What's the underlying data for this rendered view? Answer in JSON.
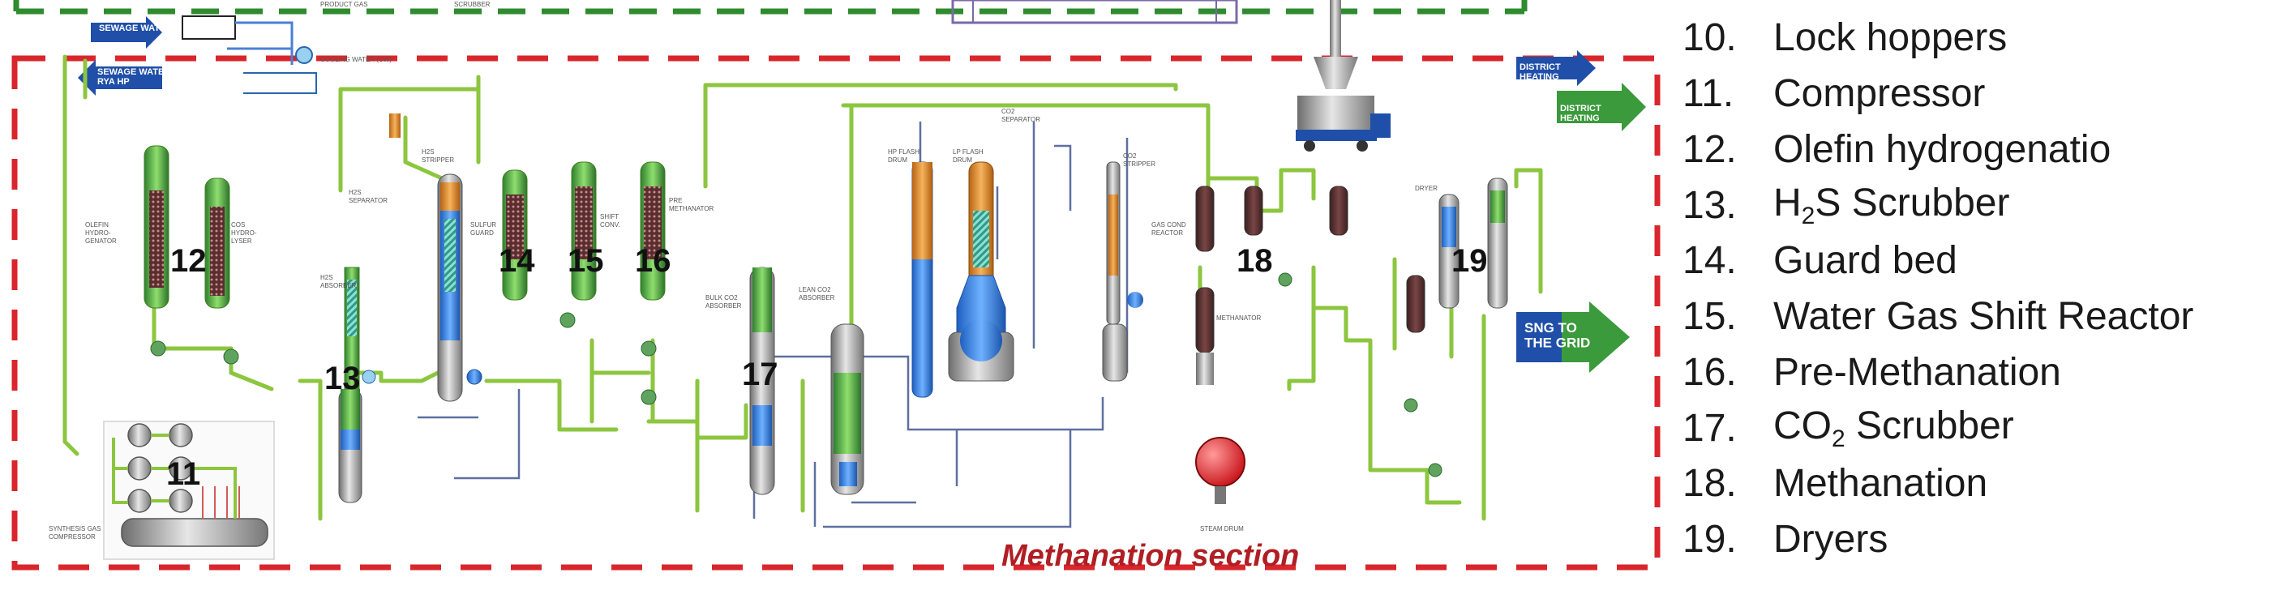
{
  "diagram": {
    "section_title": "Methanation section",
    "unit_numbers": [
      "11",
      "12",
      "13",
      "14",
      "15",
      "16",
      "17",
      "18",
      "19"
    ],
    "stream_labels": {
      "sewage_water": "SEWAGE WATER",
      "sewage_water_to_rya": "SEWAGE WATER TO RYA HP",
      "district_heating_1": "DISTRICT HEATING",
      "district_heating_2": "DISTRICT HEATING",
      "sng_to_grid": "SNG TO THE GRID"
    },
    "equipment_labels": {
      "product_gas": "PRODUCT GAS",
      "scrubber": "SCRUBBER",
      "cooling_water": "COOLING WATER (CW)",
      "olefin_hydrogenator": "OLEFIN HYDRO-GENATOR",
      "cos_hydrolyser": "COS HYDRO-LYSER",
      "h2s_separator": "H2S SEPARATOR",
      "h2s_stripper": "H2S STRIPPER",
      "h2s_absorber": "H2S ABSORBER",
      "sulfur_guard": "SULFUR GUARD",
      "shift_converter": "SHIFT CONVERTER",
      "pre_methanator": "PRE METHANATOR",
      "bulk_co2_absorber": "BULK CO2 ABSORBER",
      "lean_co2_absorber": "LEAN CO2 ABSORBER",
      "hp_flash_drum": "HP FLASH DRUM",
      "lp_flash_drum": "LP FLASH DRUM",
      "co2_separator": "CO2 SEPARATOR",
      "co2_stripper": "CO2 STRIPPER",
      "gas_cond_reactor": "GAS COND REACTOR",
      "methanator": "METHANATOR",
      "dryer": "DRYER",
      "steam_drum": "STEAM DRUM",
      "synthesis_gas_compressor": "SYNTHESIS GAS COMPRESSOR"
    }
  },
  "legend": [
    {
      "num": "10.",
      "label": "Lock hoppers"
    },
    {
      "num": "11.",
      "label": "Compressor"
    },
    {
      "num": "12.",
      "label": "Olefin hydrogenatio"
    },
    {
      "num": "13.",
      "label_pre": "H",
      "label_sub": "2",
      "label_post": "S Scrubber"
    },
    {
      "num": "14.",
      "label": "Guard bed"
    },
    {
      "num": "15.",
      "label": "Water Gas Shift Reactor"
    },
    {
      "num": "16.",
      "label": "Pre-Methanation"
    },
    {
      "num": "17.",
      "label_pre": "CO",
      "label_sub": "2",
      "label_post": " Scrubber"
    },
    {
      "num": "18.",
      "label": "Methanation"
    },
    {
      "num": "19.",
      "label": "Dryers"
    }
  ],
  "colors": {
    "section_border": "#d9262c",
    "upper_border": "#2e8b2e",
    "pipe": "#8cc63f",
    "pipe_dark": "#3f7f1f",
    "column_fill_green": "#4caf50",
    "column_fill_blue": "#2f7fe0",
    "column_fill_orange": "#e8952b",
    "arrow_blue": "#1f4fa8",
    "arrow_green": "#3b9a3b",
    "steam_drum": "#e0242a",
    "section_title": "#b01e24"
  }
}
